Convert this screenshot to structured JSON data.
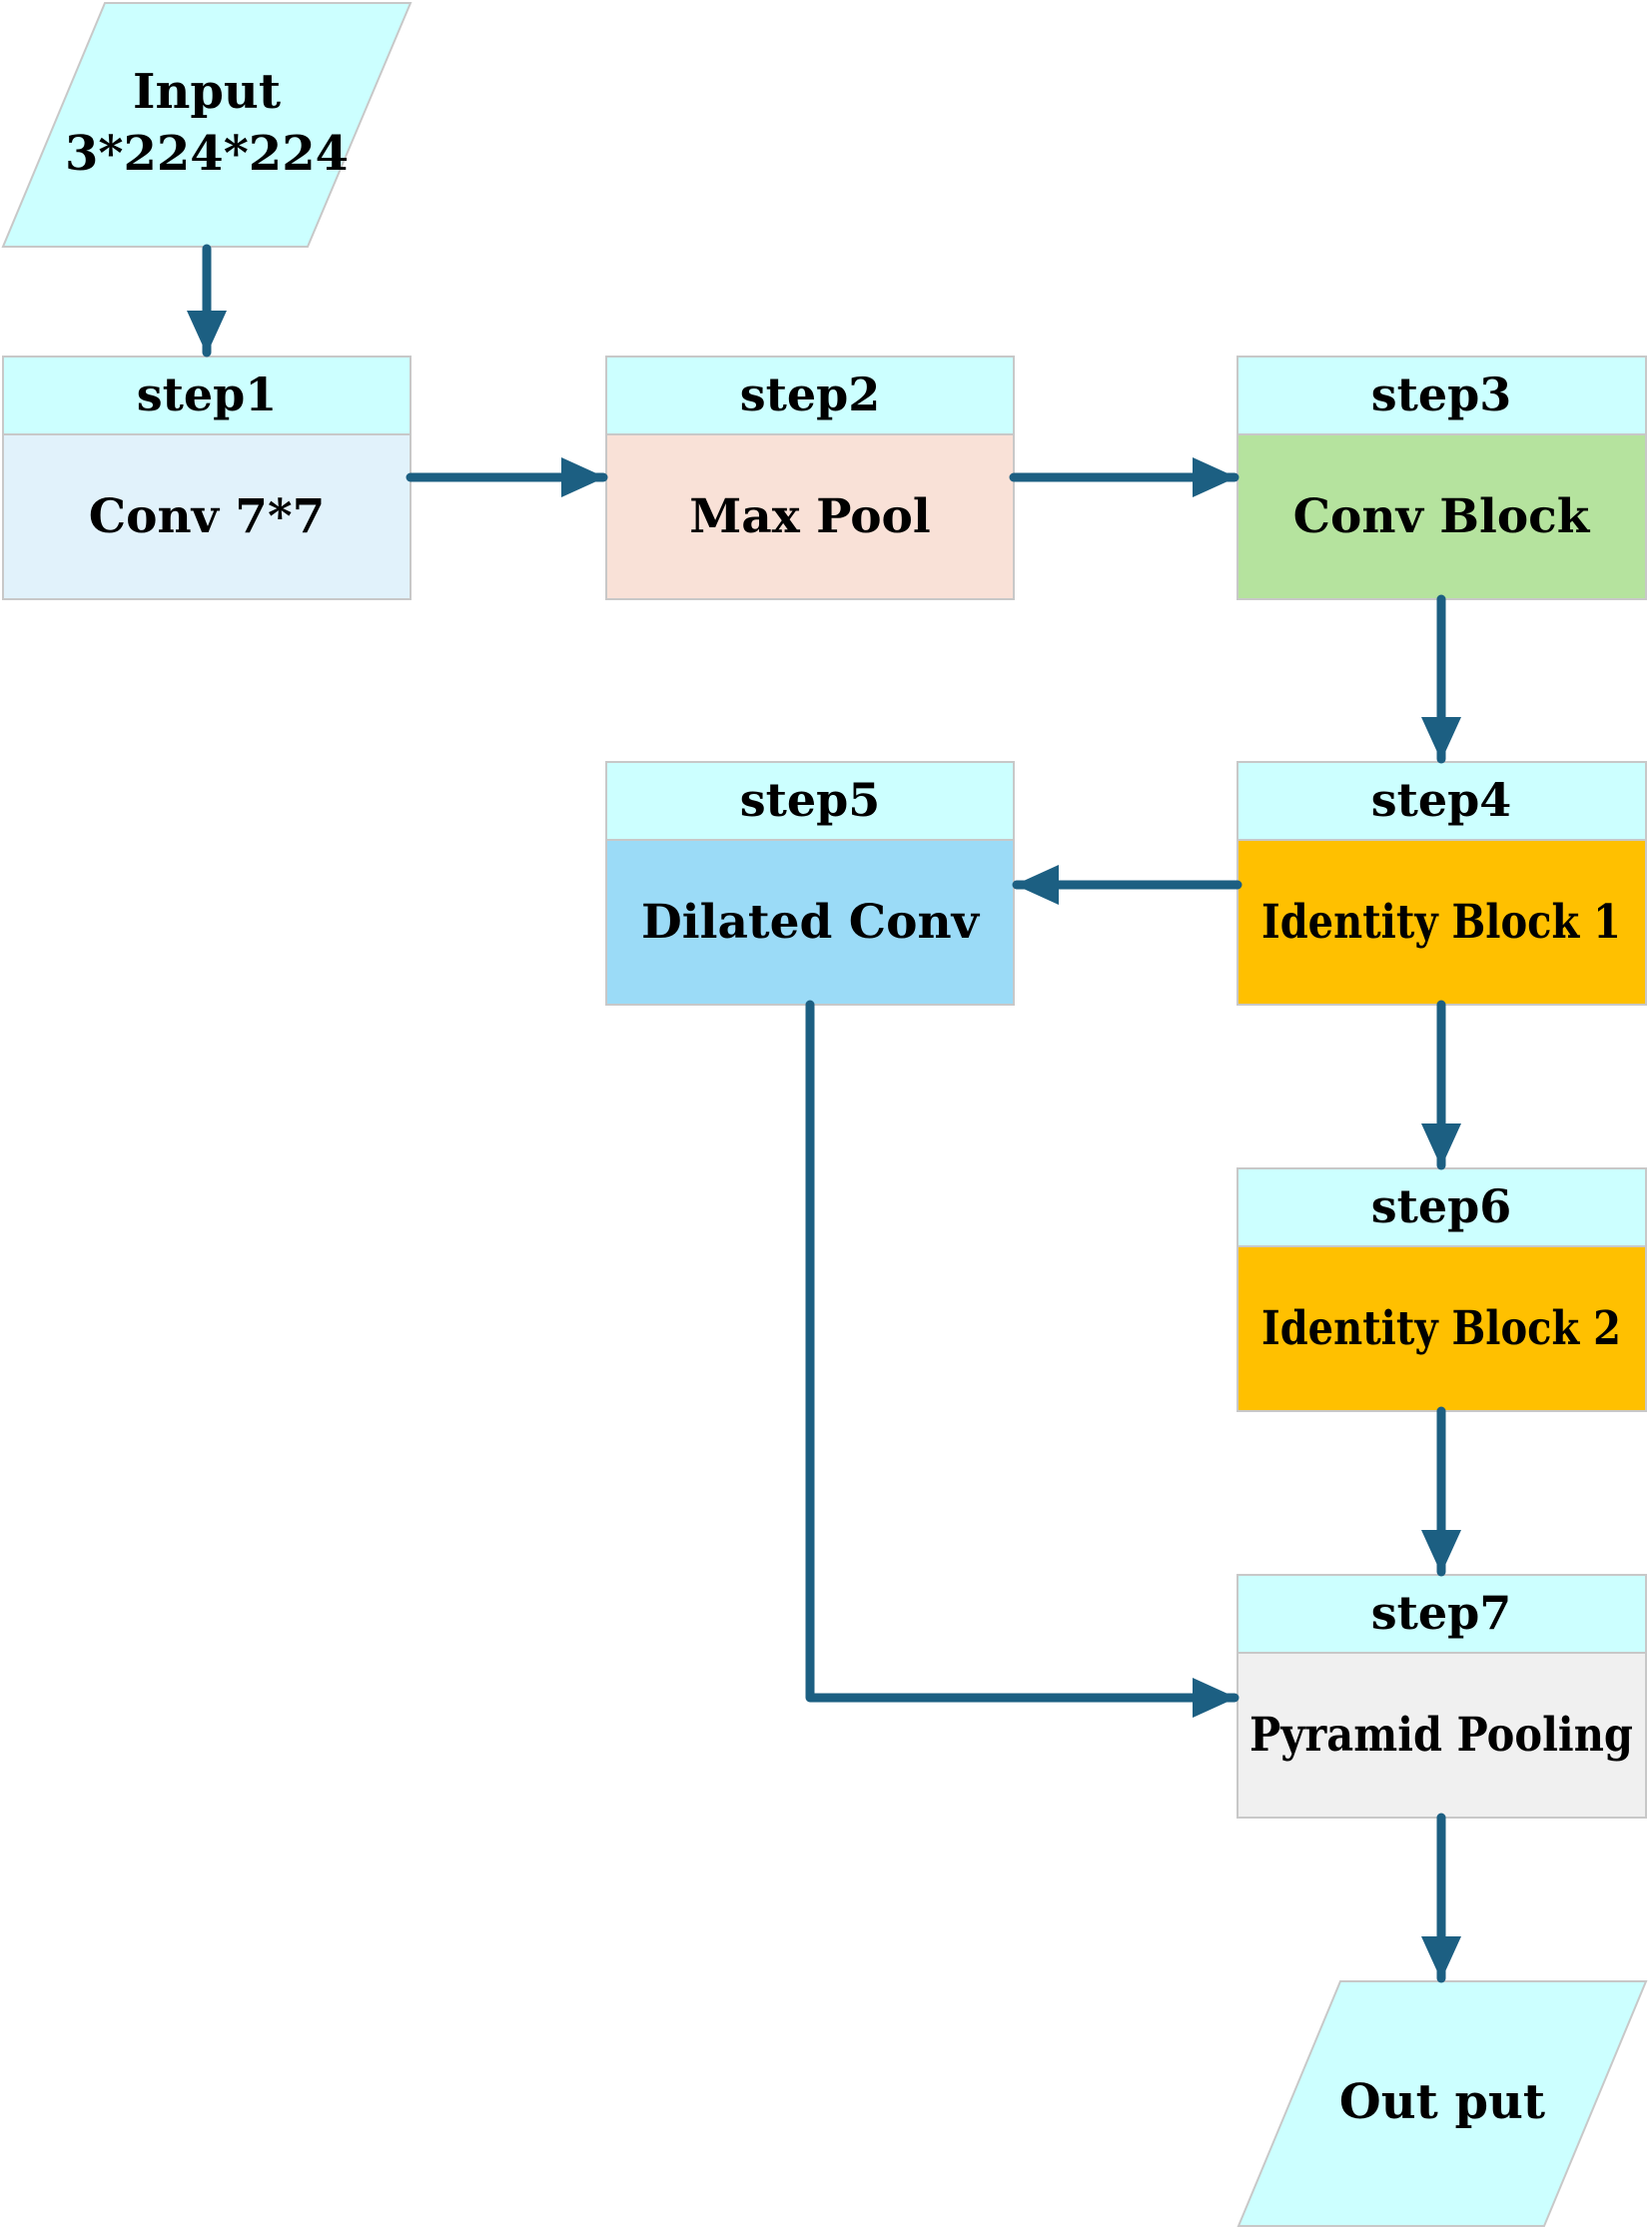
{
  "input": {
    "line1": "Input",
    "line2": "3*224*224"
  },
  "output": {
    "label": "Out put"
  },
  "steps": [
    {
      "header": "step1",
      "label": "Conv 7*7"
    },
    {
      "header": "step2",
      "label": "Max Pool"
    },
    {
      "header": "step3",
      "label": "Conv Block"
    },
    {
      "header": "step4",
      "label": "Identity Block 1"
    },
    {
      "header": "step5",
      "label": "Dilated Conv"
    },
    {
      "header": "step6",
      "label": "Identity Block 2"
    },
    {
      "header": "step7",
      "label": "Pyramid Pooling"
    }
  ],
  "colors": {
    "header_fill": "#ccffff",
    "io_fill": "#ccffff",
    "arrow": "#1c5f82",
    "border": "#c8c8c8",
    "step1_fill": "#e1f2fb",
    "step2_fill": "#f9e1d7",
    "step3_fill": "#b5e39e",
    "step4_fill": "#ffc000",
    "step5_fill": "#9bdbf7",
    "step6_fill": "#ffc000",
    "step7_fill": "#f0f0f0"
  }
}
